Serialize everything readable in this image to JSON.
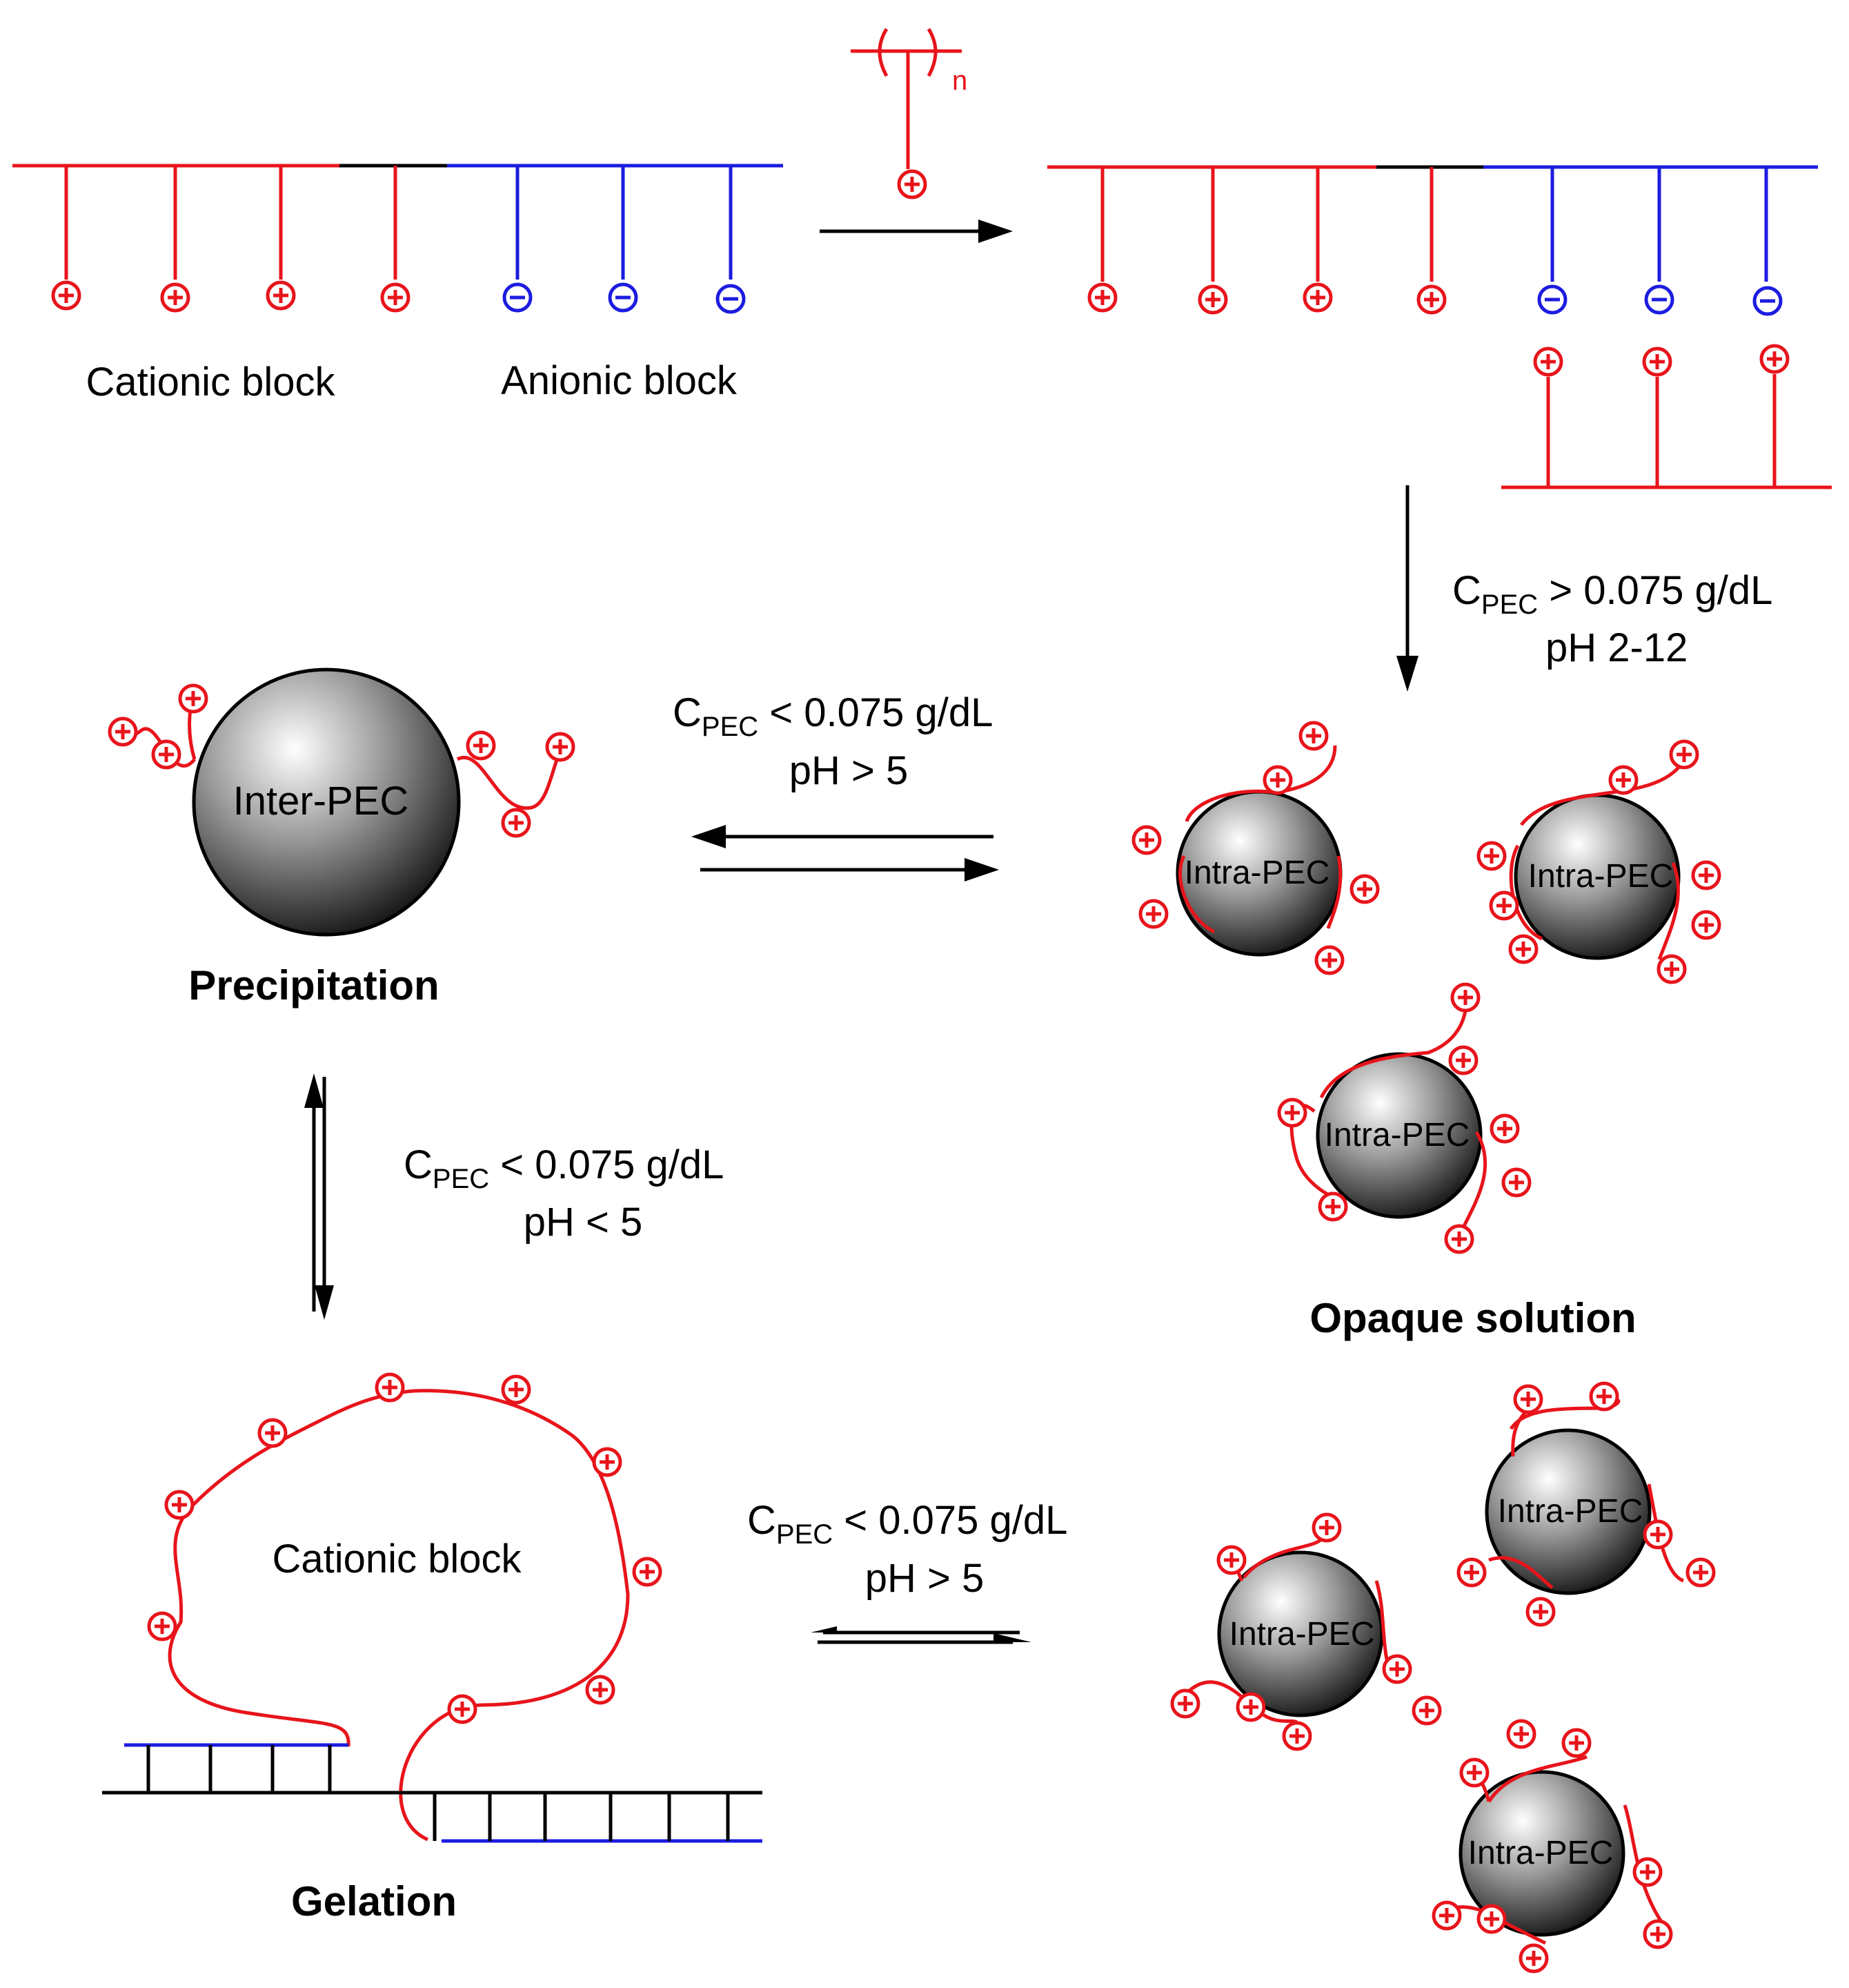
{
  "colors": {
    "cationic": "#e8141b",
    "anionic": "#1c1ce0",
    "neutral": "#000000"
  },
  "repeat_unit": {
    "subscript": "n"
  },
  "labels": {
    "cationic_block": "Cationic block",
    "anionic_block": "Anionic block",
    "precipitation": "Precipitation",
    "opaque_solution": "Opaque solution",
    "gelation": "Gelation",
    "gel_loop": "Cationic block"
  },
  "particles": {
    "inter": "Inter-PEC",
    "intra": "Intra-PEC"
  },
  "conditions": {
    "down_right": {
      "c": "C",
      "sub": "PEC",
      "rest": " > 0.075 g/dL",
      "ph": "pH  2-12"
    },
    "middle": {
      "c": "C",
      "sub": "PEC",
      "rest": " < 0.075 g/dL",
      "ph": "pH > 5"
    },
    "left_vertical": {
      "c": "C",
      "sub": "PEC",
      "rest": " < 0.075 g/dL",
      "ph": "pH < 5"
    },
    "bottom": {
      "c": "C",
      "sub": "PEC",
      "rest": " < 0.075 g/dL",
      "ph": "pH > 5"
    }
  }
}
